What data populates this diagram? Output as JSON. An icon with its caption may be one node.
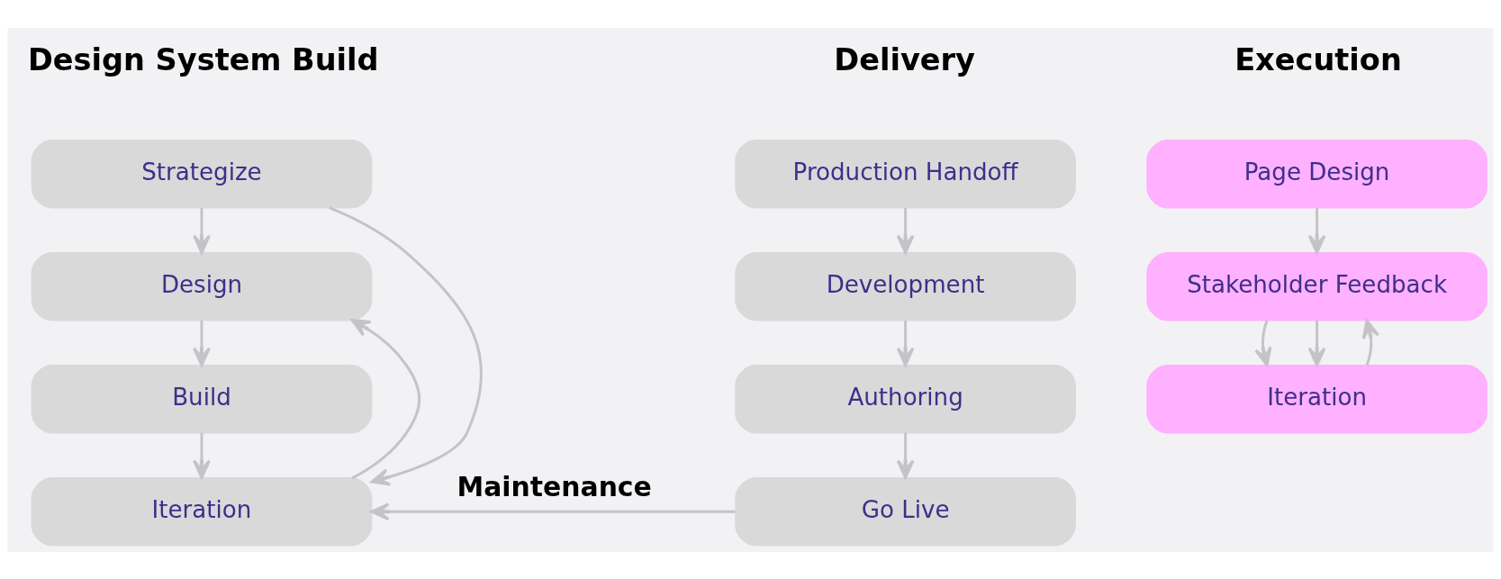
{
  "diagram": {
    "nodes": [
      {
        "text": [
          "Strategize"
        ]
      },
      {
        "text": [
          "Design"
        ]
      },
      {
        "text": [
          "Build"
        ]
      },
      {
        "text": [
          "Iteration"
        ]
      },
      {
        "text": [
          "Page Design"
        ]
      },
      {
        "text": [
          "Stakeholder Feedback"
        ]
      },
      {
        "text": [
          "Iteration"
        ]
      },
      {
        "text": [
          "Production Handoff"
        ]
      },
      {
        "text": [
          "Development"
        ]
      },
      {
        "text": [
          "Authoring"
        ]
      },
      {
        "text": [
          "Go Live"
        ]
      }
    ],
    "edges": [
      {
        "from": 0,
        "to": 1,
        "arrow": "to"
      },
      {
        "from": 1,
        "to": 2,
        "arrow": "to"
      },
      {
        "from": 2,
        "to": 3,
        "arrow": "to"
      },
      {
        "from": 0,
        "to": 3,
        "arrow": "to"
      },
      {
        "from": 3,
        "to": 1,
        "arrow": "to"
      },
      {
        "from": 4,
        "to": 5,
        "arrow": "to"
      },
      {
        "from": 5,
        "to": 6,
        "arrow": "to"
      },
      {
        "from": 5,
        "to": 6,
        "arrow": "to"
      },
      {
        "from": 6,
        "to": 5,
        "arrow": "to"
      },
      {
        "from": 7,
        "to": 8,
        "arrow": "to"
      },
      {
        "from": 8,
        "to": 9,
        "arrow": "to"
      },
      {
        "from": 9,
        "to": 10,
        "arrow": "to"
      },
      {
        "from": 10,
        "to": 3,
        "arrow": "to",
        "label": "Maintenance"
      }
    ],
    "labels": [
      "Design System Build",
      "Execution",
      "Delivery"
    ]
  }
}
